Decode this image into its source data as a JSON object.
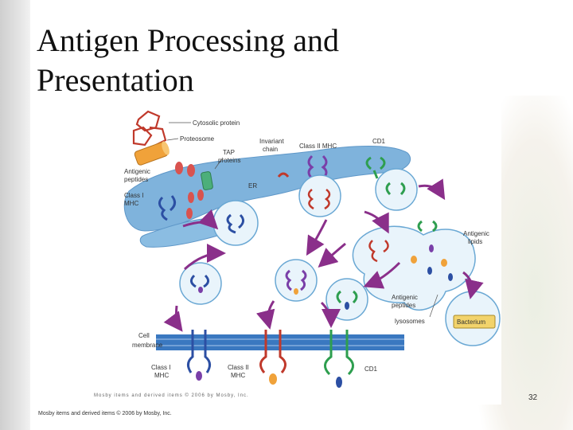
{
  "slide": {
    "title": "Antigen Processing and Presentation",
    "page_number": "32",
    "footer": "Mosby items and derived items © 2006 by Mosby, Inc."
  },
  "figure": {
    "credit": "Mosby items and derived items © 2006 by Mosby, Inc.",
    "labels": {
      "cytosolic_protein": "Cytosolic protein",
      "proteosome": "Proteosome",
      "tap_line1": "TAP",
      "tap_line2": "proteins",
      "invariant_line1": "Invariant",
      "invariant_line2": "chain",
      "class2_mhc_top": "Class II MHC",
      "cd1_top": "CD1",
      "antigenic_peptides_left_1": "Antigenic",
      "antigenic_peptides_left_2": "peptides",
      "class1_mhc_left_1": "Class I",
      "class1_mhc_left_2": "MHC",
      "er": "ER",
      "antigenic_lipids_1": "Antigenic",
      "antigenic_lipids_2": "lipids",
      "antigenic_peptides_right_1": "Antigenic",
      "antigenic_peptides_right_2": "peptides",
      "lysosomes": "lysosomes",
      "bacterium": "Bacterium",
      "cell_membrane_1": "Cell",
      "cell_membrane_2": "membrane",
      "class1_mhc_bottom_1": "Class I",
      "class1_mhc_bottom_2": "MHC",
      "class2_mhc_bottom_1": "Class II",
      "class2_mhc_bottom_2": "MHC",
      "cd1_bottom": "CD1"
    }
  }
}
